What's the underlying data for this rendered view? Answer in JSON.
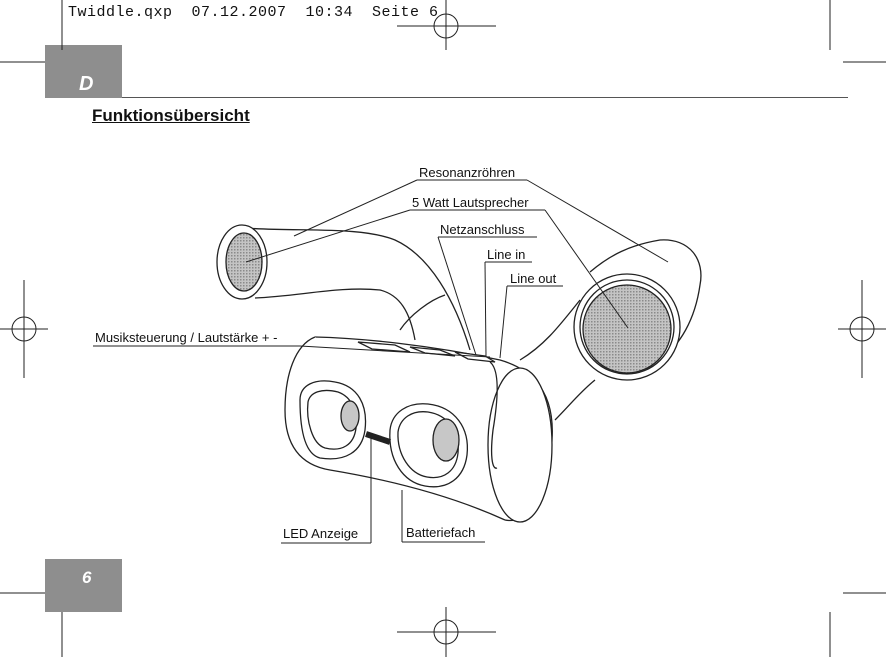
{
  "header": {
    "file_info": "Twiddle.qxp  07.12.2007  10:34  Seite 6"
  },
  "language_tab": {
    "label": "D"
  },
  "page": {
    "title": "Funktionsübersicht",
    "number": "6"
  },
  "diagram": {
    "labels": {
      "resonance_tubes": "Resonanzröhren",
      "speaker": "5 Watt Lautsprecher",
      "power_connector": "Netzanschluss",
      "line_in": "Line in",
      "line_out": "Line out",
      "music_control": "Musiksteuerung / Lautstärke + -",
      "led": "LED Anzeige",
      "battery": "Batteriefach"
    }
  },
  "colors": {
    "tab_gray": "#8e8e8e",
    "speaker_mesh": "#a8a8a8"
  }
}
